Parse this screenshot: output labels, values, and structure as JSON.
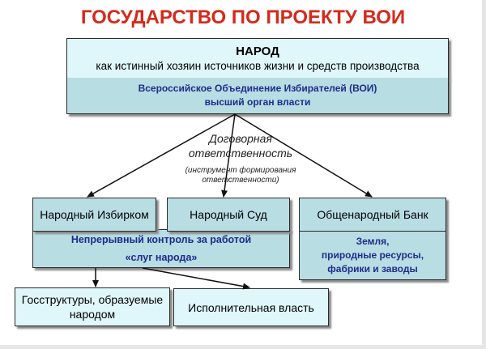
{
  "title": "ГОСУДАРСТВО ПО ПРОЕКТУ ВОИ",
  "top_box": {
    "heading": "НАРОД",
    "subtitle": "как истинный хозяин источников жизни и средств производства"
  },
  "voi_box": {
    "line1": "Всероссийское Объединение Избирателей (ВОИ)",
    "line2": "высший орган власти"
  },
  "contract_label": {
    "line1": "Договорная",
    "line2": "ответственность",
    "note1": "(инструмент формирования",
    "note2": "ответственности)"
  },
  "izbirkom_box": {
    "label": "Народный Избирком"
  },
  "sud_box": {
    "label": "Народный Суд"
  },
  "bank_box": {
    "label": "Общенародный Банк"
  },
  "control_box": {
    "line1": "Непрерывный контроль за работой",
    "line2": "«слуг народа»"
  },
  "resources_box": {
    "line1": "Земля,",
    "line2": "природные ресурсы,",
    "line3": "фабрики и заводы"
  },
  "gosstruktury_box": {
    "line1": "Госструктуры, образуемые",
    "line2": "народом"
  },
  "ispoln_box": {
    "label": "Исполнительная власть"
  },
  "colors": {
    "title_red": "#d42a1c",
    "box_light": "#dff6fa",
    "box_teal": "#b8dde3",
    "text_blue": "#1d2c8c"
  }
}
